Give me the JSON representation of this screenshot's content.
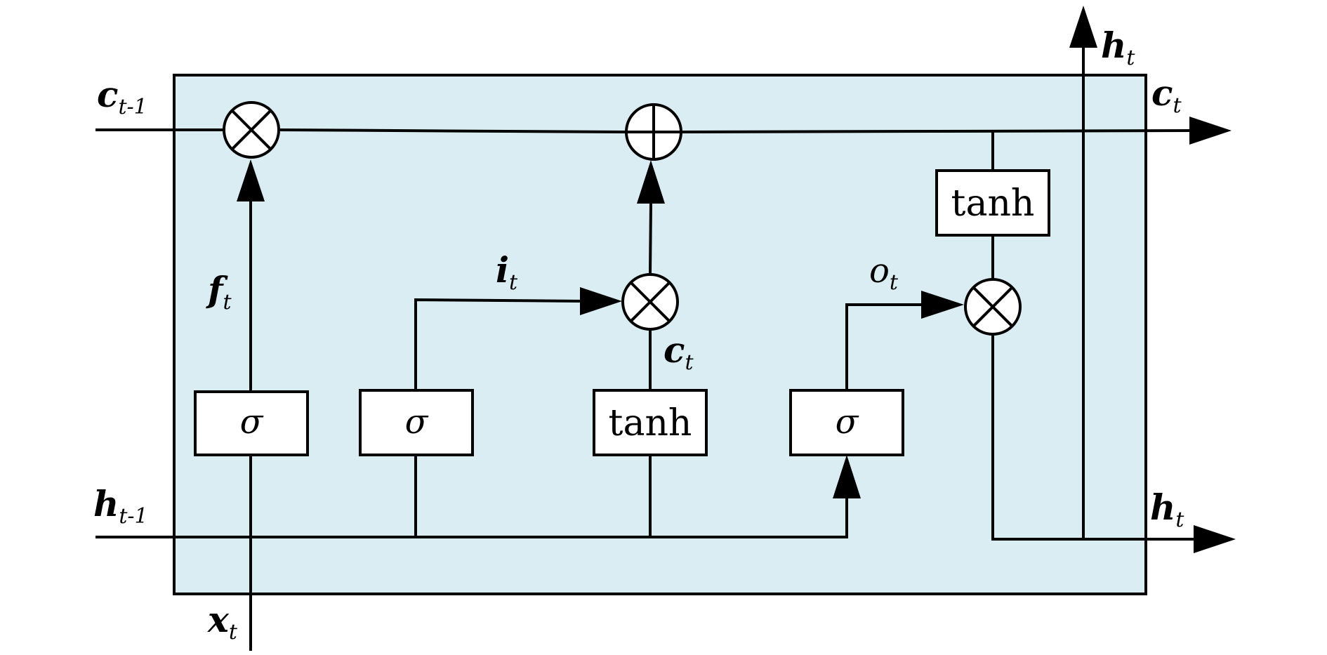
{
  "labels": {
    "c_prev_main": "c",
    "c_prev_sub": "t-1",
    "h_prev_main": "h",
    "h_prev_sub": "t-1",
    "x_main": "x",
    "x_sub": "t",
    "f_main": "f",
    "f_sub": "t",
    "i_main": "i",
    "i_sub": "t",
    "o_main": "o",
    "o_sub": "t",
    "ctilde_main": "c",
    "ctilde_sub": "t",
    "c_out_main": "c",
    "c_out_sub": "t",
    "h_top_main": "h",
    "h_top_sub": "t",
    "h_out_main": "h",
    "h_out_sub": "t"
  },
  "boxes": {
    "forget_gate": "σ",
    "input_gate": "σ",
    "candidate": "tanh",
    "output_gate": "σ",
    "cell_tanh": "tanh"
  },
  "colors": {
    "cell_fill": "#daedf3",
    "stroke": "#000000"
  },
  "icons": {
    "multiply": "circle-times-icon",
    "add": "circle-plus-icon"
  }
}
